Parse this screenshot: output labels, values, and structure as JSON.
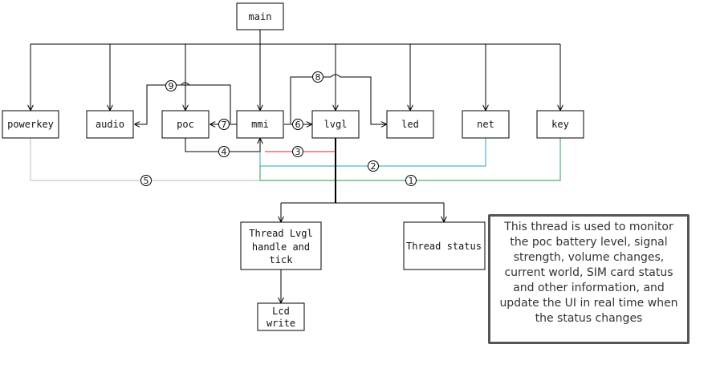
{
  "nodes": {
    "main": "main",
    "powerkey": "powerkey",
    "audio": "audio",
    "poc": "poc",
    "mmi": "mmi",
    "lvgl": "lvgl",
    "led": "led",
    "net": "net",
    "key": "key",
    "thread_lvgl": [
      "Thread Lvgl",
      "handle and",
      "tick"
    ],
    "thread_status": "Thread status",
    "lcd_write": [
      "Lcd",
      "write"
    ]
  },
  "markers": {
    "m1": "1",
    "m2": "2",
    "m3": "3",
    "m4": "4",
    "m5": "5",
    "m6": "6",
    "m7": "7",
    "m8": "8",
    "m9": "9"
  },
  "note": "This thread is used to monitor the poc battery level, signal strength, volume changes, current world, SIM card status and other information, and update the UI in real time when the status changes",
  "colors": {
    "line": "#000000",
    "red": "#e0524a",
    "cyan": "#4fb3c8",
    "green": "#4caf6e",
    "gray": "#c8c8c8"
  }
}
